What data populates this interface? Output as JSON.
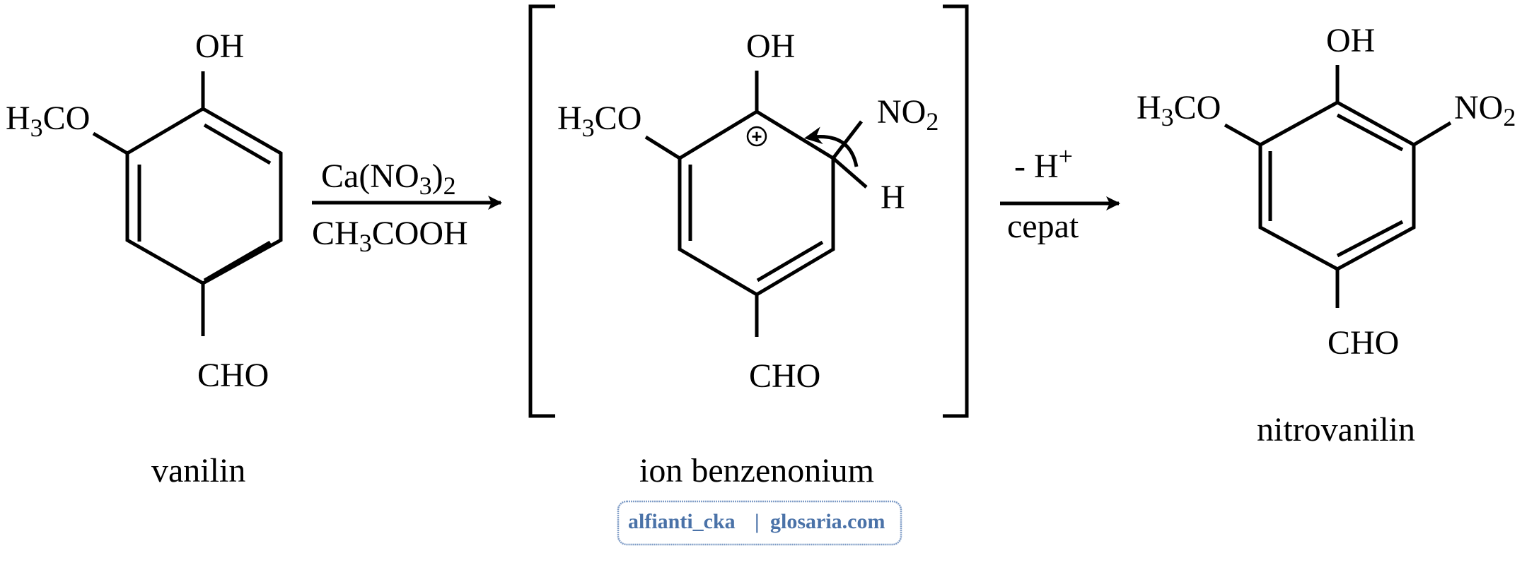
{
  "vanilin": {
    "oh": "OH",
    "methoxy": {
      "a": "H",
      "sub": "3",
      "b": "CO"
    },
    "cho": "CHO",
    "name": "vanilin"
  },
  "step1": {
    "reagent_top": {
      "a": "Ca(NO",
      "sub1": "3",
      "b": ")",
      "sub2": "2"
    },
    "reagent_bottom": {
      "a": "CH",
      "sub": "3",
      "b": "COOH"
    }
  },
  "intermediate": {
    "oh": "OH",
    "methoxy": {
      "a": "H",
      "sub": "3",
      "b": "CO"
    },
    "nitro": {
      "a": "NO",
      "sub": "2"
    },
    "h": "H",
    "cho": "CHO",
    "charge": "+",
    "name": "ion benzenonium"
  },
  "step2": {
    "reagent_top": {
      "a": "- H",
      "sup": "+"
    },
    "reagent_bottom": "cepat"
  },
  "nitrovanilin": {
    "oh": "OH",
    "methoxy": {
      "a": "H",
      "sub": "3",
      "b": "CO"
    },
    "nitro": {
      "a": "NO",
      "sub": "2"
    },
    "cho": "CHO",
    "name": "nitrovanilin"
  },
  "watermark": {
    "author": "alfianti_cka",
    "separator": "|",
    "site": "glosaria.com",
    "color": "#4a72a8"
  }
}
